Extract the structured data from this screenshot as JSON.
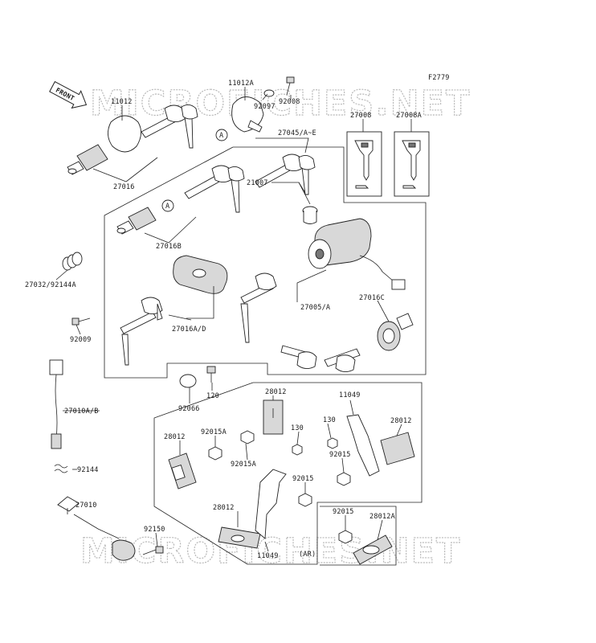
{
  "figure_code": "F2779",
  "front_label": "FRONT",
  "ar_note": "(AR)",
  "callout_marker": "A",
  "watermark": "MICROFICHES.NET",
  "callouts": [
    {
      "id": "c11012A",
      "text": "11012A"
    },
    {
      "id": "c92008",
      "text": "92008"
    },
    {
      "id": "c11012",
      "text": "11012"
    },
    {
      "id": "c92097",
      "text": "92097"
    },
    {
      "id": "c27008",
      "text": "27008"
    },
    {
      "id": "c27008A",
      "text": "27008A"
    },
    {
      "id": "c27045",
      "text": "27045/A~E"
    },
    {
      "id": "c27016",
      "text": "27016"
    },
    {
      "id": "c21007",
      "text": "21007"
    },
    {
      "id": "c27016B",
      "text": "27016B"
    },
    {
      "id": "c27032",
      "text": "27032/92144A"
    },
    {
      "id": "c27005",
      "text": "27005/A"
    },
    {
      "id": "c27016C",
      "text": "27016C"
    },
    {
      "id": "c92009",
      "text": "92009"
    },
    {
      "id": "c27016AD",
      "text": "27016A/D"
    },
    {
      "id": "c120",
      "text": "120"
    },
    {
      "id": "c92066",
      "text": "92066"
    },
    {
      "id": "c28012a",
      "text": "28012"
    },
    {
      "id": "c11049a",
      "text": "11049"
    },
    {
      "id": "c27010AB",
      "text": "27010A/B"
    },
    {
      "id": "c92015Aa",
      "text": "92015A"
    },
    {
      "id": "c130a",
      "text": "130"
    },
    {
      "id": "c130b",
      "text": "130"
    },
    {
      "id": "c28012b",
      "text": "28012"
    },
    {
      "id": "c28012c",
      "text": "28012"
    },
    {
      "id": "c92015Ab",
      "text": "92015A"
    },
    {
      "id": "c92015a",
      "text": "92015"
    },
    {
      "id": "c92144",
      "text": "92144"
    },
    {
      "id": "c92015b",
      "text": "92015"
    },
    {
      "id": "c27010",
      "text": "27010"
    },
    {
      "id": "c28012d",
      "text": "28012"
    },
    {
      "id": "c92015c",
      "text": "92015"
    },
    {
      "id": "c28012A",
      "text": "28012A"
    },
    {
      "id": "c92150",
      "text": "92150"
    },
    {
      "id": "c11049b",
      "text": "11049"
    }
  ]
}
